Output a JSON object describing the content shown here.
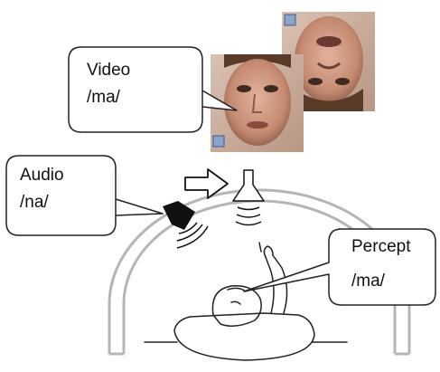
{
  "callouts": {
    "video": {
      "label": "Video",
      "phoneme": "/ma/"
    },
    "audio": {
      "label": "Audio",
      "phoneme": "/na/"
    },
    "percept": {
      "label": "Percept",
      "phoneme": "/ma/"
    }
  },
  "colors": {
    "ink": "#111111",
    "arch": "#b5b5b5",
    "skin": "#c9927a",
    "hair": "#5a3a28",
    "background": "#ffffff"
  },
  "icons": {
    "speaker_dark": "speaker-icon",
    "speaker_outline": "speaker-outline-icon",
    "arrow": "right-arrow-icon"
  }
}
